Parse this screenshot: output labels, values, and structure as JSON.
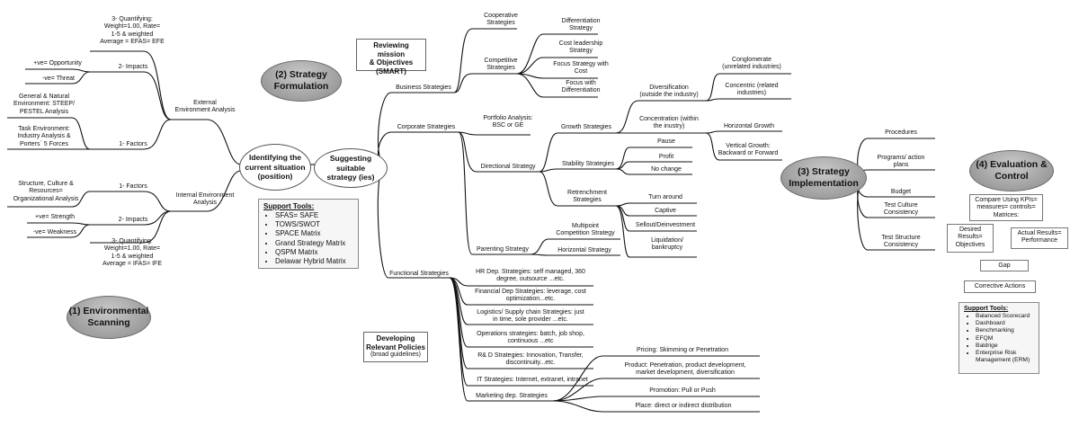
{
  "stages": {
    "environmental_scanning": "(1) Environmental\nScanning",
    "strategy_formulation": "(2) Strategy\nFormulation",
    "strategy_implementation": "(3) Strategy\nImplementation",
    "evaluation_control": "(4) Evaluation &\nControl"
  },
  "hubs": {
    "identifying": "Identifying the\ncurrent situation\n(position)",
    "suggesting": "Suggesting suitable\nstrategy (ies)"
  },
  "environment": {
    "external": "External\nEnvironment Analysis",
    "internal": "Internal Environment\nAnalysis",
    "ext_quantifying": "3- Quantifying:\nWeight=1.00, Rate=\n1-5 & weighted\nAverage = EFAS= EFE",
    "ext_impacts": "2- Impacts",
    "opportunity": "+ve= Opportunity",
    "threat": "-ve= Threat",
    "general_env": "General & Natural\nEnvironment: STEEP/\nPESTEL Analysis",
    "task_env": "Task Environment:\nIndustry Analysis &\nPorters` 5 Forces",
    "ext_factors": "1- Factors",
    "structure": "Structure, Culture &\nResources=\nOrganizational Analysis",
    "int_factors": "1- Factors",
    "int_impacts": "2- Impacts",
    "strength": "+ve= Strength",
    "weakness": "-ve= Weakness",
    "int_quantifying": "3- Quantifying:\nWeight=1.00, Rate=\n1-5 & weighted\nAverage = IFAS= IFE"
  },
  "formulation_tools": {
    "header": "Support Tools:",
    "items": [
      "SFAS= SAFE",
      "TOWS/SWOT",
      "SPACE Matrix",
      "Grand Strategy Matrix",
      "QSPM Matrix",
      "Delawar Hybrid Matrix"
    ]
  },
  "reviewing_box": "Reviewing mission\n& Objectives\n(SMART)",
  "policies_box": {
    "title": "Developing\nRelevant Policies",
    "sub": "(broad guidelines)"
  },
  "strategies": {
    "business": "Business Strategies",
    "cooperative": "Cooperative\nStrategies",
    "competitive": "Competitive\nStrategies",
    "differentiation": "Differentiation\nStrategy",
    "cost_leadership": "Cost leadership\nStrategy",
    "focus_cost": "Focus Strategy with\nCost",
    "focus_diff": "Focus with\nDifferentiation",
    "corporate": "Corporate Strategies",
    "portfolio": "Portfolio Analysis:\nBSC or GE",
    "directional": "Directional Strategy",
    "parenting": "Parenting Strategy",
    "growth": "Growth Strategies",
    "stability": "Stability Strategies",
    "retrenchment": "Retrenchment\nStrategies",
    "diversification": "Diversification\n(outside the industry)",
    "conglomerate": "Conglomerate\n(unrelated industries)",
    "concentric": "Concentric (related\nindustries)",
    "concentration": "Concentration (within\nthe inustry)",
    "horizontal_growth": "Horizontal Growth",
    "vertical_growth": "Vertical Growth:\nBackward or Forward",
    "pause": "Pause",
    "profit": "Profit",
    "no_change": "No change",
    "turn_around": "Turn around",
    "captive": "Captive",
    "selloff": "Sellout/Deinvestment",
    "liquidation": "Liquidation/\nbankruptcy",
    "multipoint": "Multipoint\nCompetition Strategy",
    "horizontal": "Horizontal Strategy",
    "functional": "Functional Strategies",
    "hr": "HR Dep. Strategies: self managed, 360\ndegree, outsource ...etc.",
    "financial": "Financial Dep Strategies: leverage, cost\noptimization...etc.",
    "logistics": "Logistics/ Supply chain Strategies: just\nin time, sole provider ...etc.",
    "operations": "Operations strategies: batch, job shop,\ncontinuous ...etc",
    "rd": "R& D Strategies: Innovation, Transfer,\ndiscontinuity...etc.",
    "it": "IT Strategies: Internet, extranet, intranet",
    "marketing": "Marketing dep. Strategies",
    "pricing": "Pricing: Skimming or Penetration",
    "product": "Product: Penetration, product development,\nmarket development, diversification",
    "promotion": "Promotion: Pull or Push",
    "place": "Place: direct or indirect distribution"
  },
  "implementation": {
    "procedures": "Procedures",
    "programs": "Programs/ action\nplans",
    "budget": "Budget",
    "culture": "Test Culture\nConsistency",
    "structure": "Test Structure\nConsistency"
  },
  "evaluation": {
    "compare": "Compare Using KPIs=\nmeasures= controls=\nMatrices:",
    "desired": "Desired\nResults=\nObjectives",
    "actual": "Actual Results=\nPerformance",
    "gap": "Gap",
    "corrective": "Corrective Actions",
    "tools_header": "Support Tools:",
    "tools": [
      "Balanced Scorecard",
      "Dashboard",
      "Benchmarking",
      "EFQM",
      "Baldrige",
      "Enterprise Risk\nManagement (ERM)"
    ]
  }
}
